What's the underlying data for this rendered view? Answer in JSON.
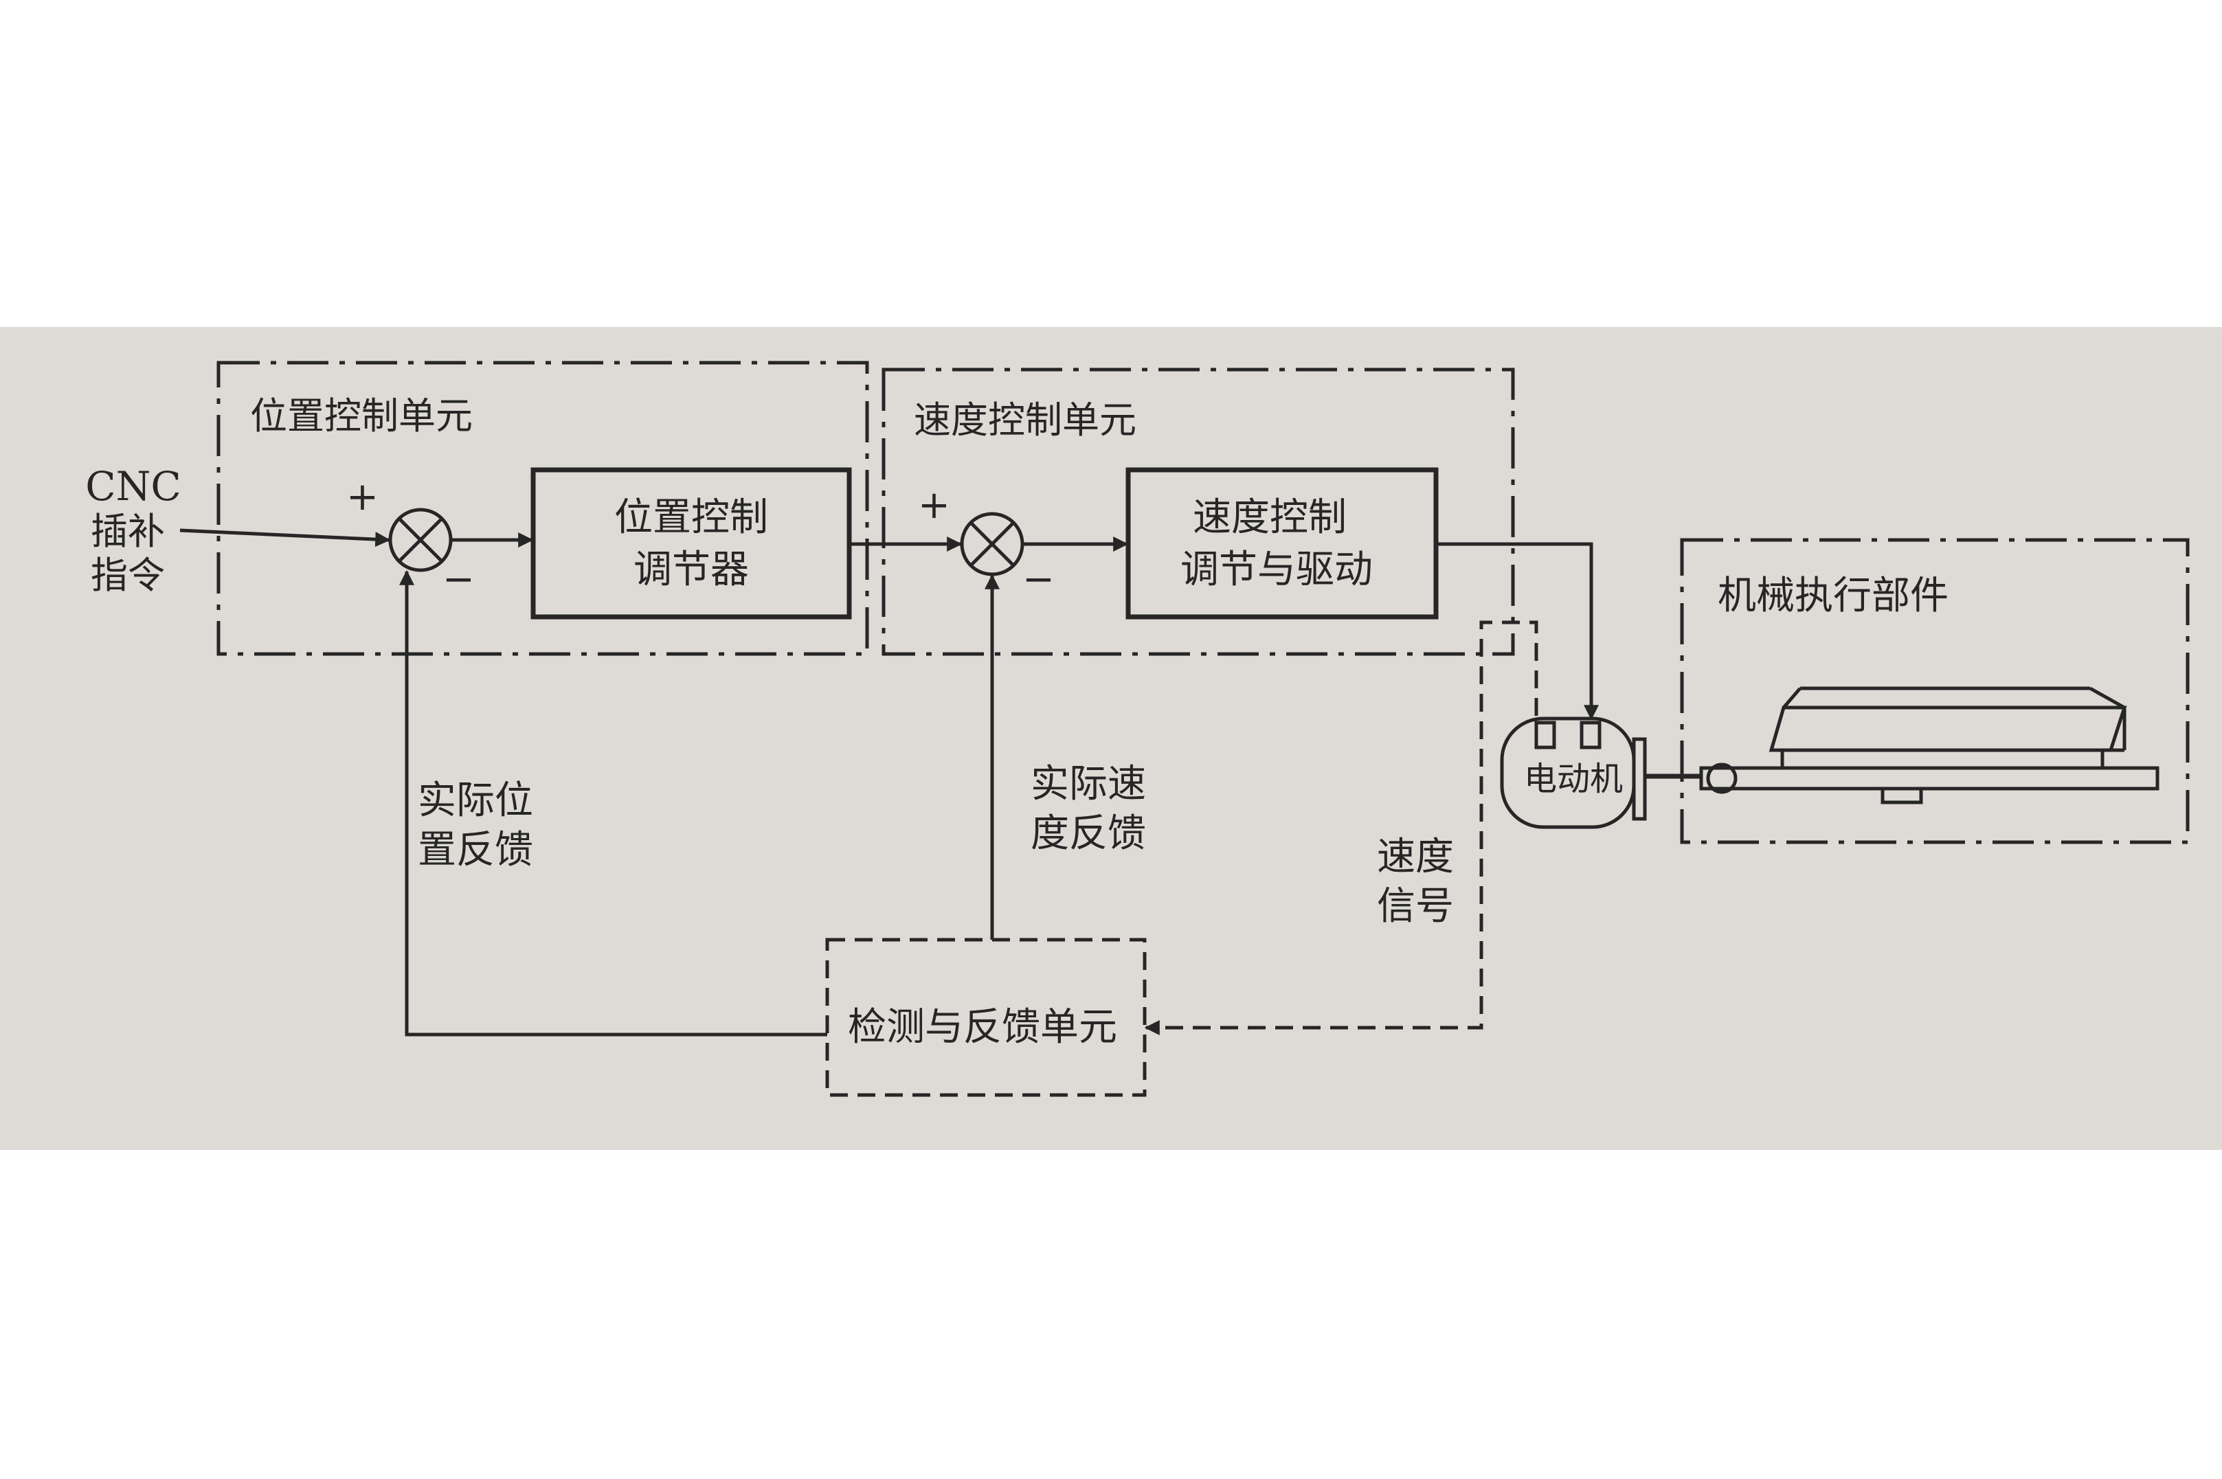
{
  "diagram": {
    "input_label": {
      "line1": "CNC",
      "line2": "插补",
      "line3": "指令"
    },
    "position_unit": {
      "title": "位置控制单元",
      "regulator": {
        "line1": "位置控制",
        "line2": "调节器"
      },
      "sum_plus": "+",
      "sum_minus": "−"
    },
    "speed_unit": {
      "title": "速度控制单元",
      "regulator": {
        "line1": "速度控制",
        "line2": "调节与驱动"
      },
      "sum_plus": "+",
      "sum_minus": "−"
    },
    "motor_label": "电动机",
    "mechanical_label": "机械执行部件",
    "feedback_unit_label": "检测与反馈单元",
    "actual_position_feedback": {
      "line1": "实际位",
      "line2": "置反馈"
    },
    "actual_speed_feedback": {
      "line1": "实际速",
      "line2": "度反馈"
    },
    "speed_signal": {
      "line1": "速度",
      "line2": "信号"
    }
  },
  "colors": {
    "paper": "#dedad6",
    "ink": "#262626"
  }
}
